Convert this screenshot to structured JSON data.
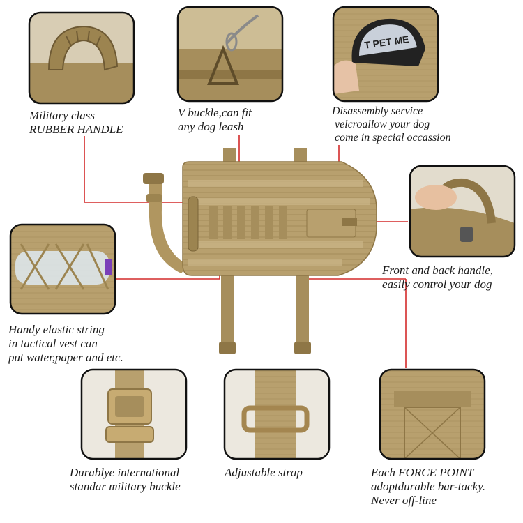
{
  "image": {
    "kind": "product feature infographic",
    "colors": {
      "tan": "#b8a06e",
      "tan_dark": "#8e7646",
      "leader_line": "#d42a2a",
      "frame": "#111111",
      "text": "#1a1a1a"
    }
  },
  "captions": {
    "handle": [
      "Military class",
      "RUBBER HANDLE"
    ],
    "vbuckle": [
      "V buckle,can fit",
      "any dog leash"
    ],
    "patch": [
      "Disassembly service",
      "velcroallow your dog",
      "come in special occassion"
    ],
    "front_back": [
      "Front and back handle,",
      "easily control your dog"
    ],
    "elastic": [
      "Handy elastic string",
      "in tactical vest can",
      "put water,paper and etc."
    ],
    "buckle": [
      "Durablye international",
      "standar  military buckle"
    ],
    "strap": [
      "Adjustable strap"
    ],
    "force": [
      "Each FORCE POINT",
      "adoptdurable bar-tacky.",
      "Never off-line"
    ]
  },
  "patch_text": "T PET ME"
}
